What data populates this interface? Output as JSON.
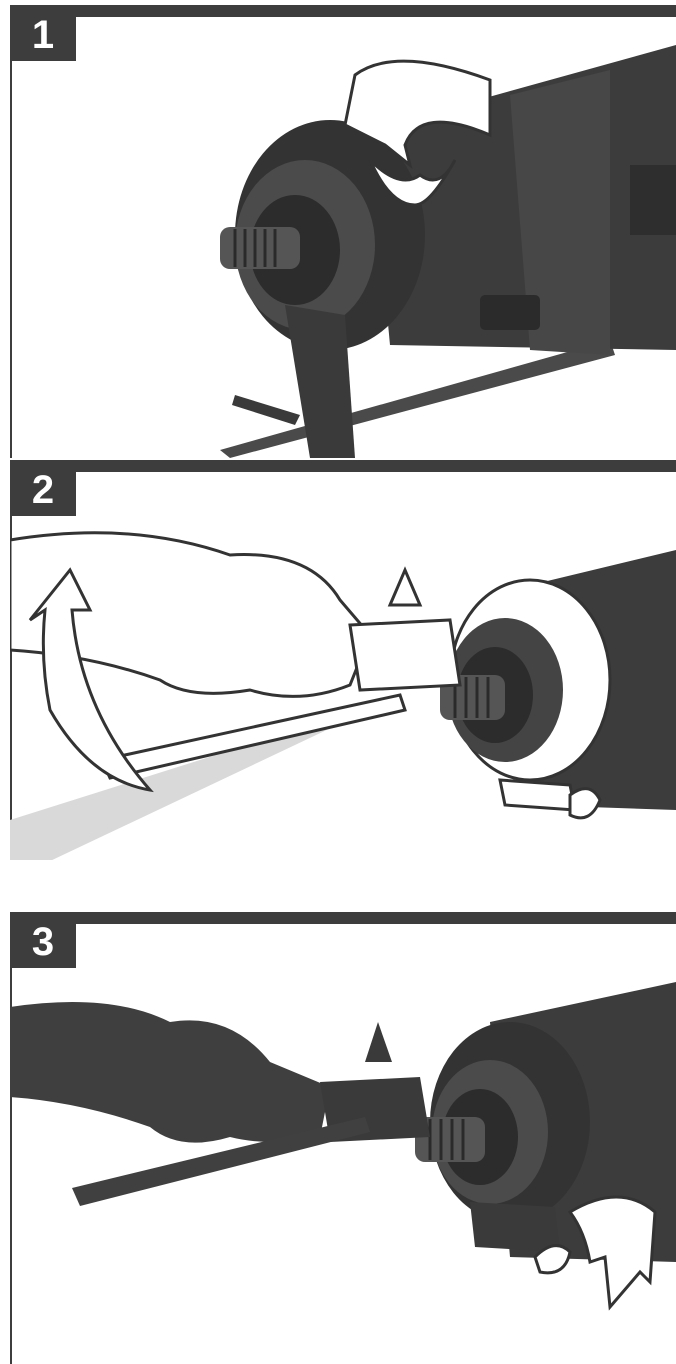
{
  "steps": [
    {
      "number": "1"
    },
    {
      "number": "2"
    },
    {
      "number": "3"
    }
  ],
  "colors": {
    "bar": "#3d3d3d",
    "tool_dark": "#3a3a3a",
    "tool_mid": "#555555",
    "highlight": "#ffffff",
    "pointer": "#d9d9d9"
  },
  "icons": [
    "rotate-arrow-icon",
    "wing-nut-icon",
    "depth-rod-icon"
  ]
}
